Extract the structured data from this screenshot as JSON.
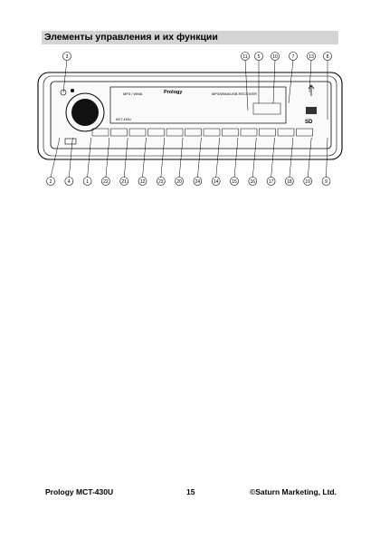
{
  "header": {
    "title": "Элементы управления и их функции"
  },
  "figure": {
    "top_callouts": [
      "3",
      "11",
      "5",
      "10",
      "7",
      "13",
      "8"
    ],
    "bottom_callouts": [
      "2",
      "4",
      "1",
      "22",
      "21",
      "12",
      "23",
      "20",
      "24",
      "14",
      "15",
      "16",
      "17",
      "18",
      "19",
      "9"
    ],
    "device_labels": {
      "brand": "Prology",
      "model": "MCT-430U"
    }
  },
  "footer": {
    "product": "Prology MCT-430U",
    "page_number": "15",
    "company": "©Saturn Marketing, Ltd."
  }
}
